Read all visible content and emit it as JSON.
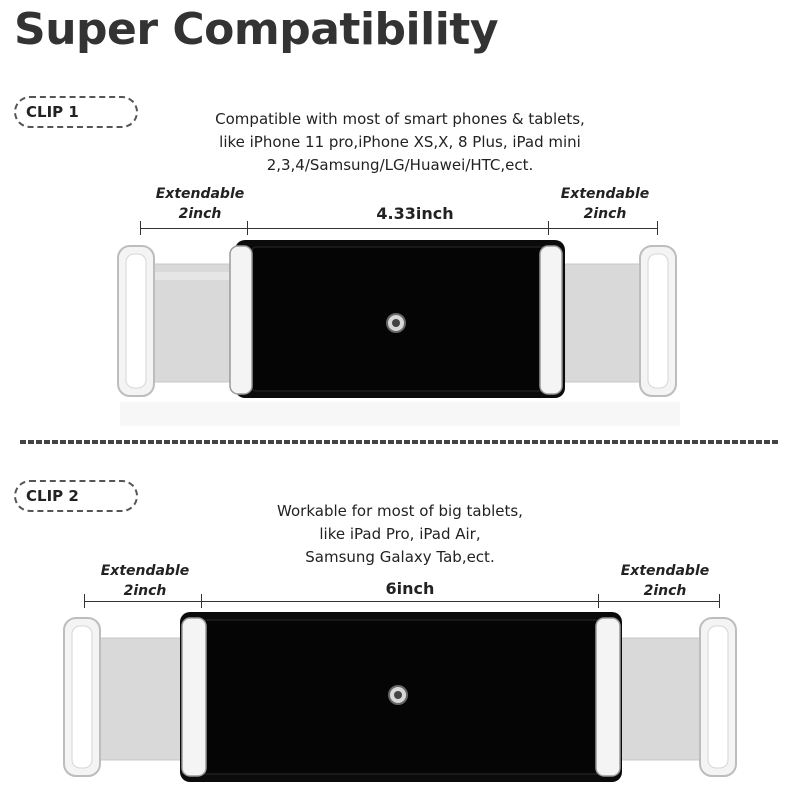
{
  "title": "Super Compatibility",
  "clip1": {
    "badge": "CLIP 1",
    "description_lines": [
      "Compatible with most of smart phones & tablets,",
      "like iPhone 11 pro,iPhone XS,X, 8 Plus, iPad mini",
      "2,3,4/Samsung/LG/Huawei/HTC,ect."
    ],
    "left_extend": [
      "Extendable",
      "2inch"
    ],
    "right_extend": [
      "Extendable",
      "2inch"
    ],
    "center_width": "4.33inch"
  },
  "clip2": {
    "badge": "CLIP 2",
    "description_lines": [
      "Workable for most of big tablets,",
      "like iPad Pro, iPad Air,",
      "Samsung Galaxy Tab,ect."
    ],
    "left_extend": [
      "Extendable",
      "2inch"
    ],
    "right_extend": [
      "Extendable",
      "2inch"
    ],
    "center_width": "6inch"
  },
  "colors": {
    "holder_body": "#0b0b0b",
    "slider": "#d8d8d8",
    "grip": "#f4f4f4",
    "text": "#222222"
  }
}
